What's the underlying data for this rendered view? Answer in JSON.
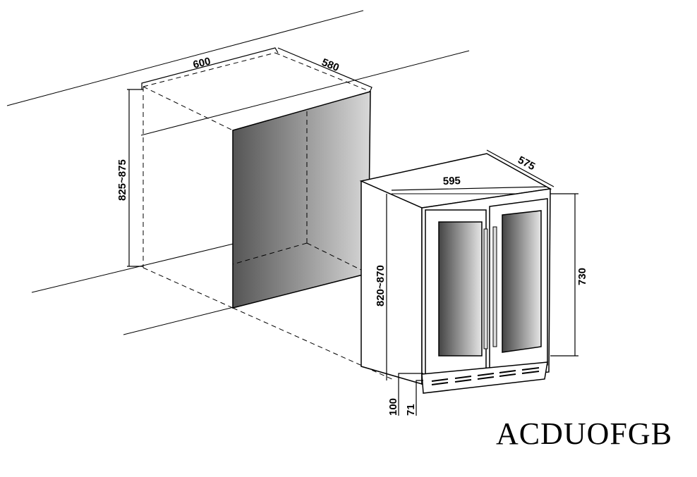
{
  "model_name": "ACDUOFGB",
  "cavity": {
    "width": "600",
    "depth": "580",
    "height": "825~875"
  },
  "appliance": {
    "width": "595",
    "depth": "575",
    "height": "820~870",
    "door_height": "730",
    "plinth_height": "100",
    "foot_height": "71"
  }
}
